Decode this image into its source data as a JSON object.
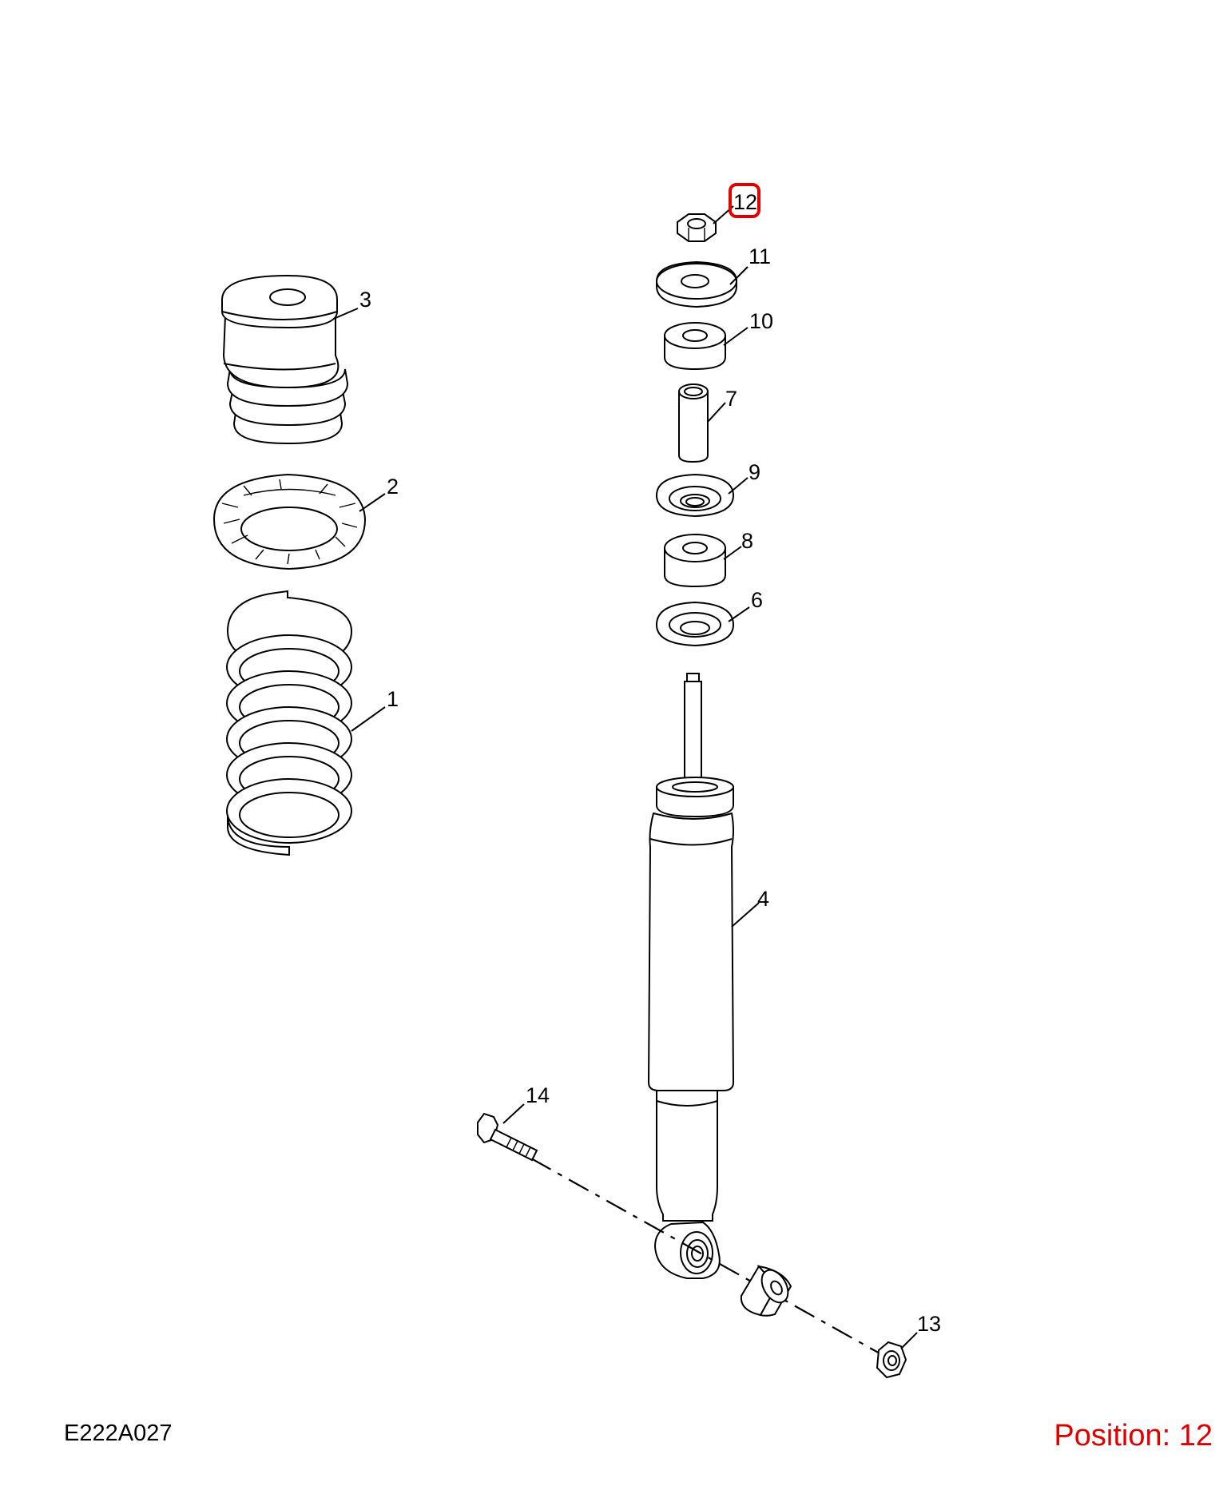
{
  "drawing_code": "E222A027",
  "position": {
    "text": "Position: 12",
    "color": "#e00000"
  },
  "highlight_color": "#e00000",
  "callouts": {
    "c1": "1",
    "c2": "2",
    "c3": "3",
    "c4": "4",
    "c6": "6",
    "c7": "7",
    "c8": "8",
    "c9": "9",
    "c10": "10",
    "c11": "11",
    "c12": "12",
    "c13": "13",
    "c14": "14"
  }
}
